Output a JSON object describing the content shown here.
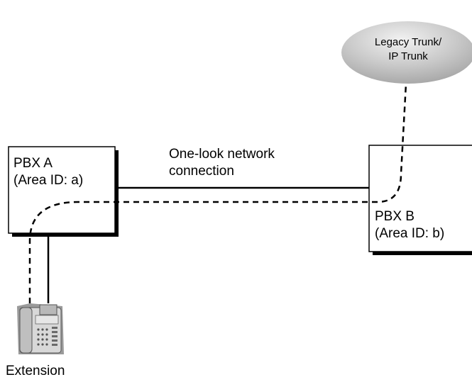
{
  "cloud": {
    "line1": "Legacy Trunk/",
    "line2": "IP Trunk"
  },
  "pbx_a": {
    "line1": "PBX A",
    "line2": "(Area ID: a)"
  },
  "pbx_b": {
    "line1": "PBX B",
    "line2": "(Area ID: b)"
  },
  "connection": {
    "line1": "One-look network",
    "line2": "connection"
  },
  "extension": {
    "label": "Extension"
  }
}
